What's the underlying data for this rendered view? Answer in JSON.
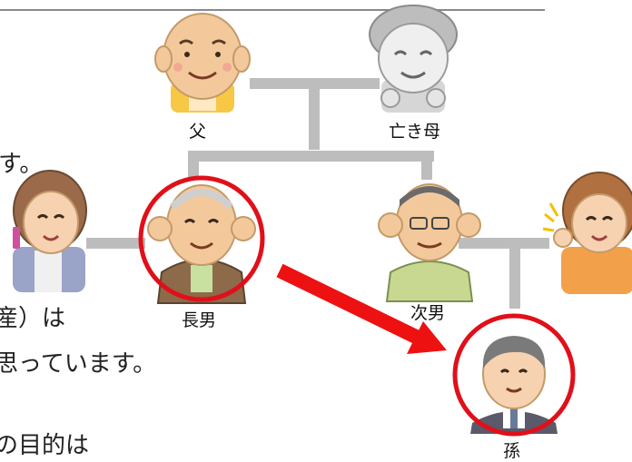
{
  "labels": {
    "father": "父",
    "late_mother": "亡き母",
    "eldest_son": "長男",
    "second_son": "次男",
    "grandson": "孫"
  },
  "text_fragments": {
    "line1": "す。",
    "line2": "産）は",
    "line3": "思っています。",
    "line4": "の目的は"
  },
  "colors": {
    "connector": "#bdbdbd",
    "highlight_ring": "#e0101a",
    "arrow": "#ee1111"
  }
}
